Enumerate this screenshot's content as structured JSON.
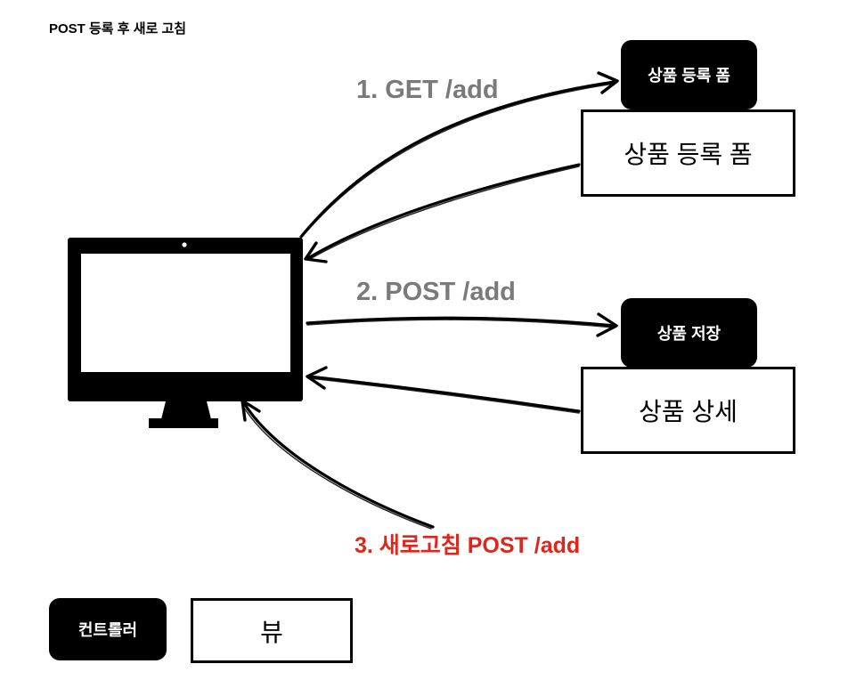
{
  "title": "POST 등록 후 새로 고침",
  "client": {
    "icon": "monitor-icon"
  },
  "steps": [
    {
      "label": "1. GET /add"
    },
    {
      "label": "2. POST /add"
    },
    {
      "label": "3. 새로고침 POST /add"
    }
  ],
  "flows": [
    {
      "controller": "상품 등록 폼",
      "view": "상품 등록 폼"
    },
    {
      "controller": "상품 저장",
      "view": "상품 상세"
    }
  ],
  "legend": {
    "controller": "컨트롤러",
    "view": "뷰"
  },
  "colors": {
    "request_label": "#7a7a7a",
    "refresh_label": "#e0251b",
    "controller_fill": "#000000",
    "controller_text": "#ffffff",
    "stroke": "#000000"
  }
}
